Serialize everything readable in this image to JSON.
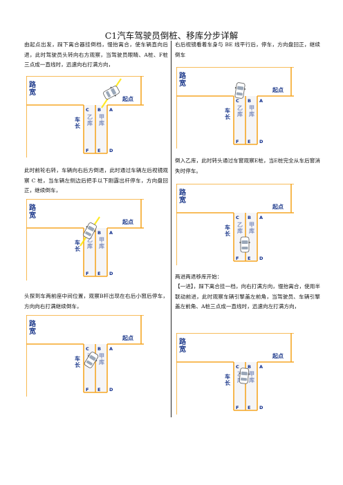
{
  "title": "C1汽车驾驶员倒桩、移库分步详解",
  "paragraphs": [
    "由起点出发，踩下离合器挂倒档，慢抬离合，使车辆直向后退，此时驾驶员头转向右方观察，当驾驶员眼睛、A桩、F桩三点成一直线时，迅速向右打满方向，",
    "此时前轮右转，车辆向右后方倒退，此时通过车辆左后视镜观察 C 桩，当车辆左侧边后把手以下刚露出杆停车，方向盘回正，继续倒车，",
    "头探到车两前座中间位置，观察B杆出现在右后小窗后停车，方向向右打满继续倒车，",
    "右后视镜看着车身与 BE 线平行后，停车，方向盘回正，继续倒车",
    "倒入乙库，此时转头通过车窗观察E桩，当E桩完全从车后窗消失时停车。",
    "两进两退移库开始：",
    "【一进】，踩下离合挂一档，向右打满方向，慢抬离合，使用半联动前进，此时观察车辆引擎盖左前角，当驾驶员、车辆引擎盖左前角、A桩三点成一直线时，迅速向左打满方向，"
  ],
  "diagram": {
    "road": "路宽",
    "start": "起点",
    "side_road": "车长",
    "lot_yi": "乙库",
    "lot_jia": "甲库",
    "pegs": [
      "C",
      "B",
      "A",
      "F",
      "E",
      "D"
    ]
  },
  "colors": {
    "line": "#f5a623",
    "text_blue": "#1f3b8c",
    "peg_blue": "#0c2a8a",
    "tint": "#f5f5f7"
  }
}
